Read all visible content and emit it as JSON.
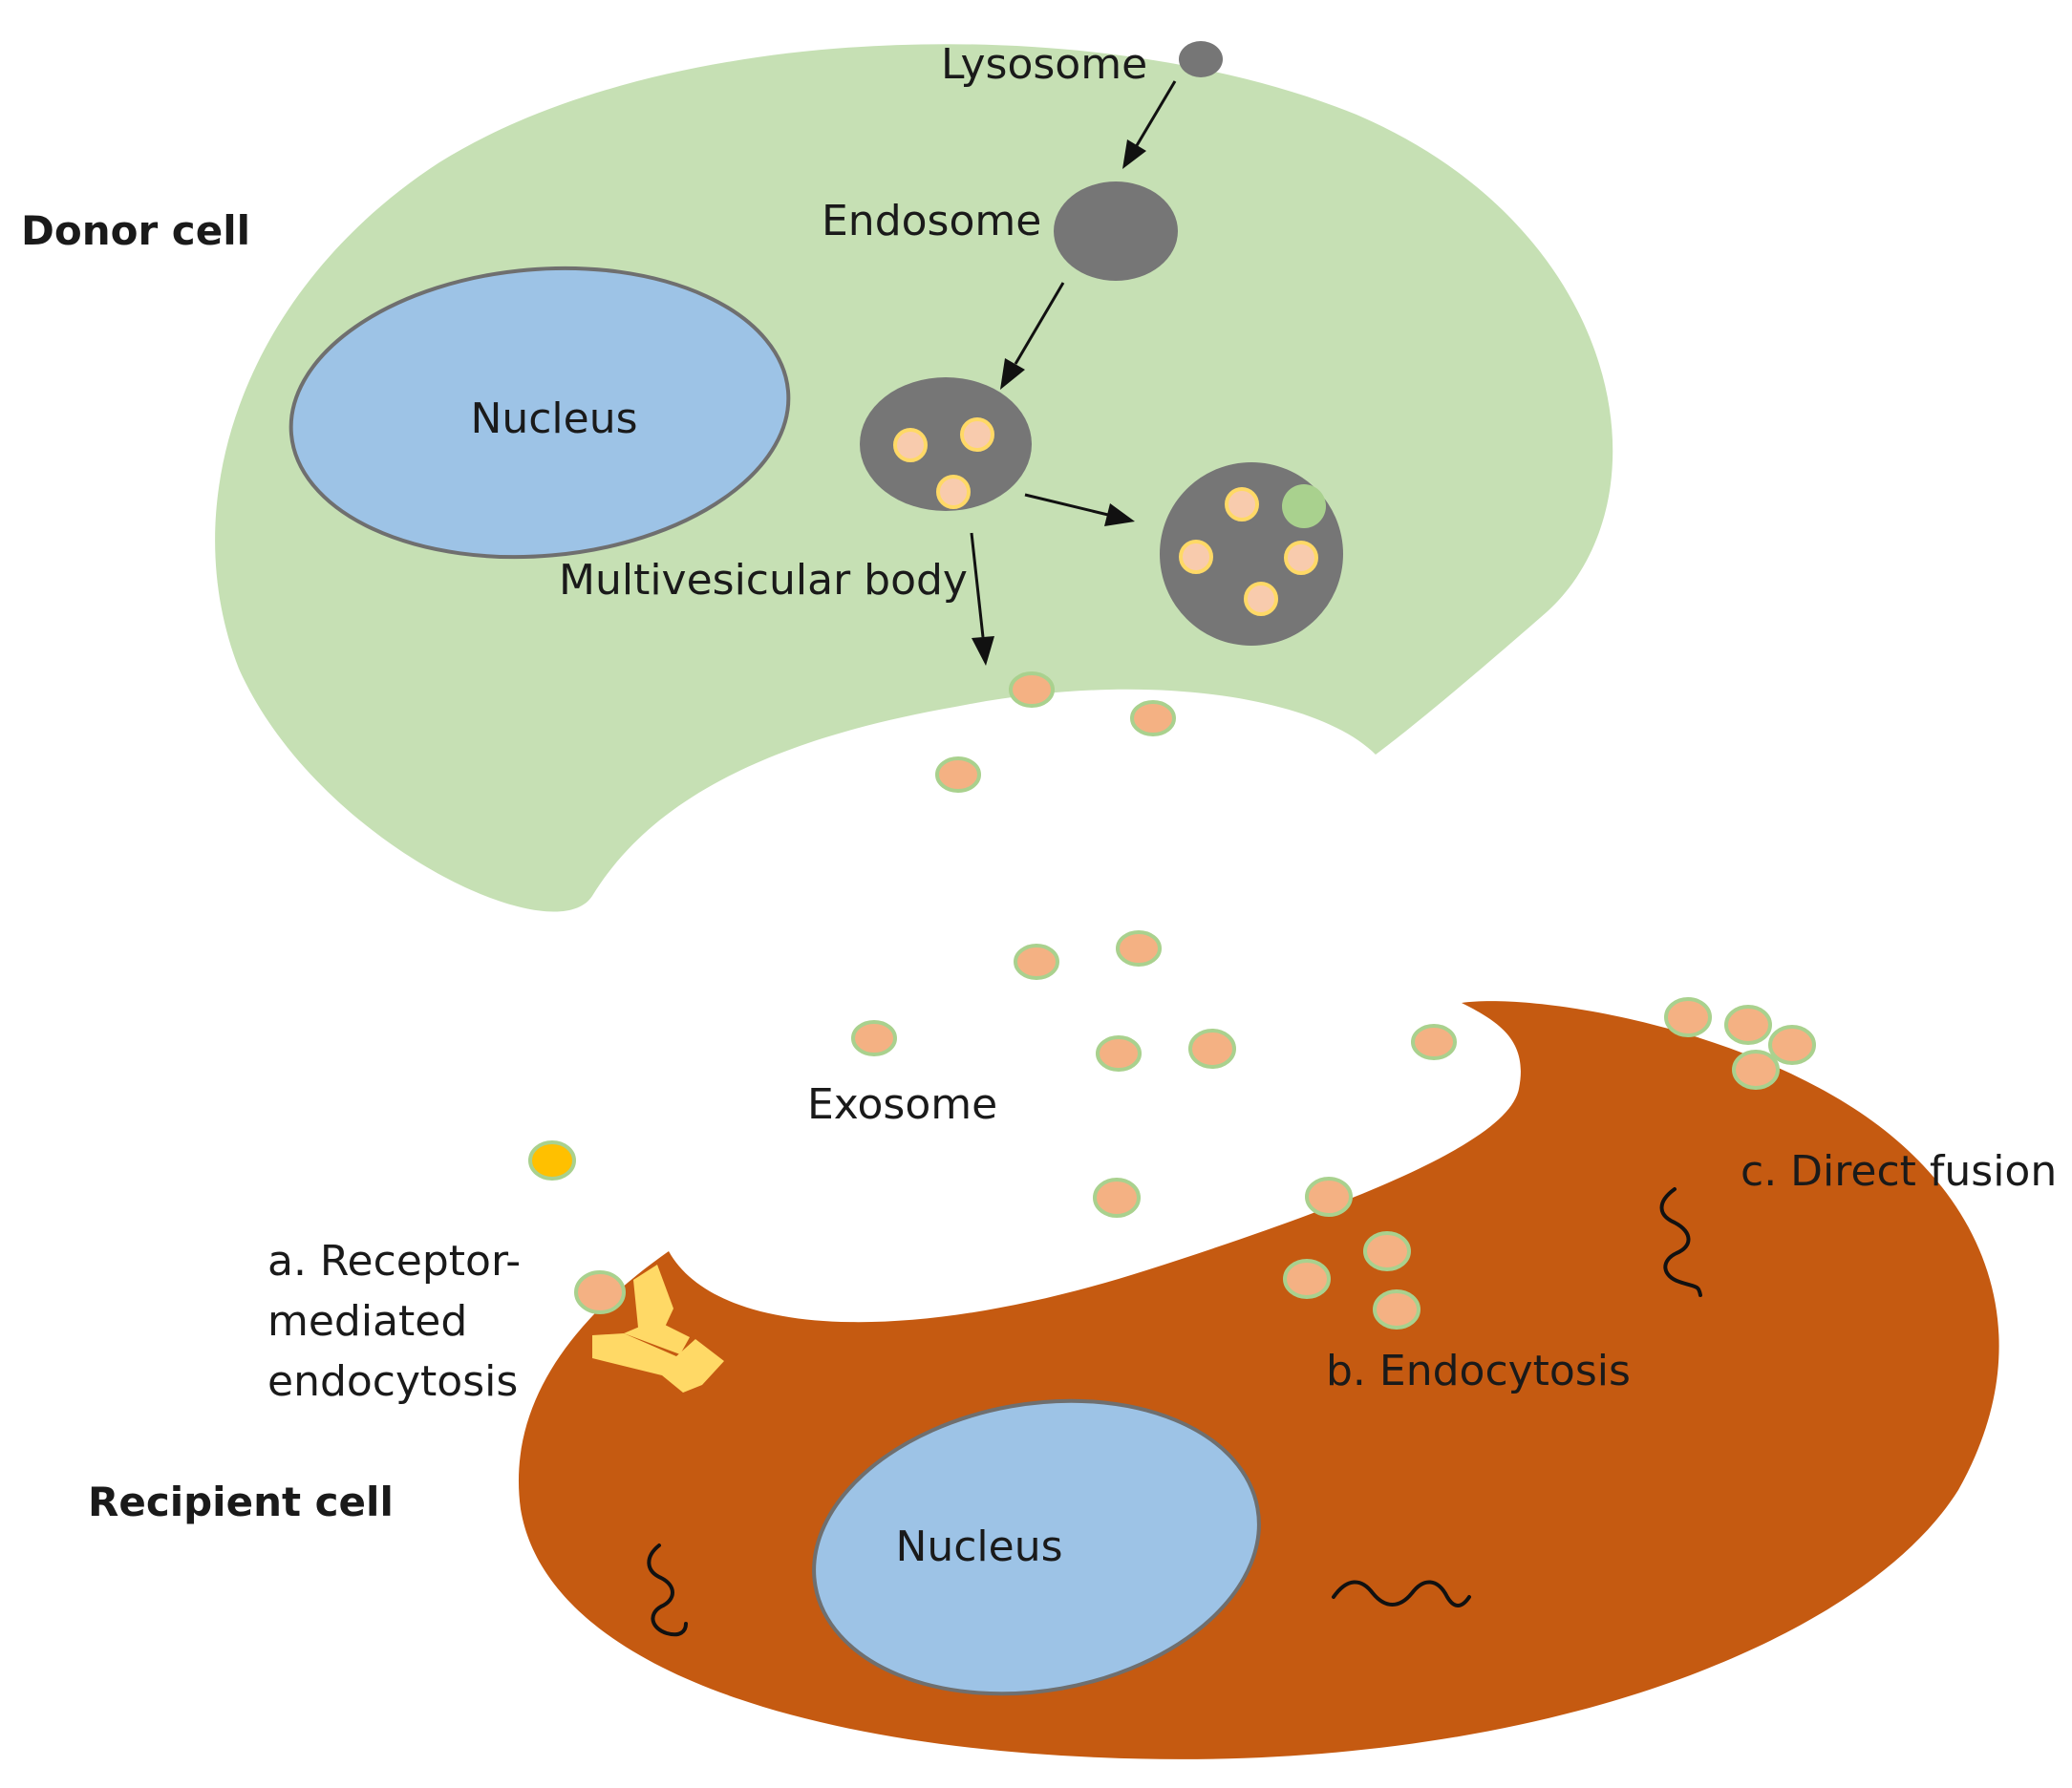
{
  "labels": {
    "donor_cell": "Donor cell",
    "recipient_cell": "Recipient cell",
    "lysosome": "Lysosome",
    "endosome": "Endosome",
    "multivesicular_body": "Multivesicular body",
    "donor_nucleus": "Nucleus",
    "recipient_nucleus": "Nucleus",
    "exosome": "Exosome",
    "receptor_line1": "a. Receptor-",
    "receptor_line2": "mediated",
    "receptor_line3": "endocytosis",
    "endocytosis": "b. Endocytosis",
    "direct_fusion": "c. Direct fusion"
  },
  "colors": {
    "donor_cytoplasm": "#c6e0b4",
    "recipient_cytoplasm": "#c55a11",
    "nucleus_fill": "#9dc3e6",
    "nucleus_stroke": "#6f6f6f",
    "organelle": "#767676",
    "exosome_fill": "#f4b183",
    "exosome_stroke": "#a9d18e",
    "inner_vesicle_fill": "#f8cbad",
    "inner_vesicle_stroke": "#ffd966",
    "green_vesicle": "#a9d18e",
    "receptor": "#ffd966",
    "ligand": "#ffc000"
  }
}
